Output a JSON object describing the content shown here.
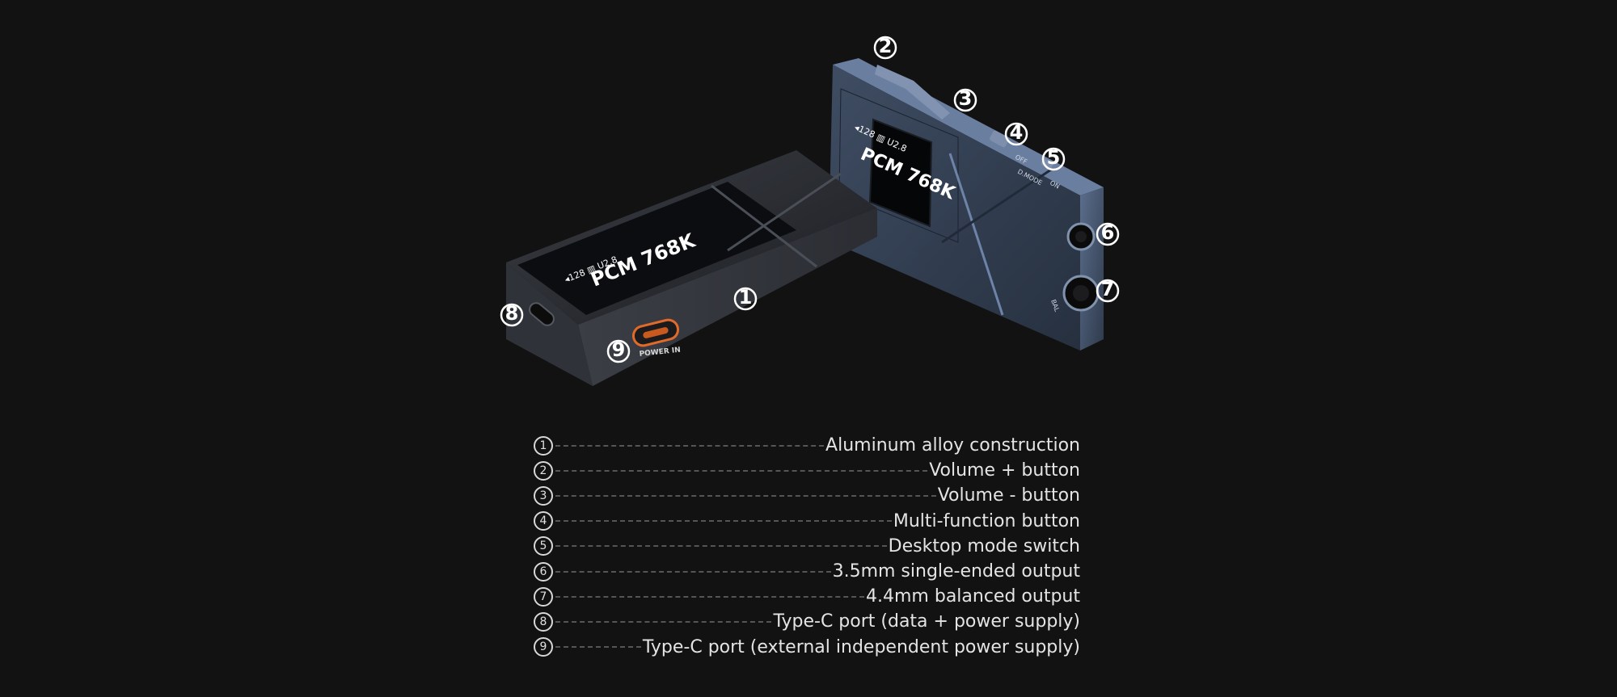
{
  "product": {
    "screen_line1": "PCM 768K",
    "screen_line2": "◂128  ▥ U2.8",
    "port_label": "POWER IN",
    "side_labels": {
      "off": "OFF",
      "d_mode": "D.MODE",
      "on": "ON",
      "bal": "BAL"
    }
  },
  "callouts": [
    "1",
    "2",
    "3",
    "4",
    "5",
    "6",
    "7",
    "8",
    "9"
  ],
  "legend": [
    {
      "num": "1",
      "text": "Aluminum alloy construction"
    },
    {
      "num": "2",
      "text": "Volume + button"
    },
    {
      "num": "3",
      "text": "Volume - button"
    },
    {
      "num": "4",
      "text": "Multi-function button"
    },
    {
      "num": "5",
      "text": "Desktop mode switch"
    },
    {
      "num": "6",
      "text": "3.5mm single-ended output"
    },
    {
      "num": "7",
      "text": "4.4mm balanced output"
    },
    {
      "num": "8",
      "text": "Type-C port (data + power supply)"
    },
    {
      "num": "9",
      "text": "Type-C port (external independent power supply)"
    }
  ],
  "colors": {
    "background": "#121212",
    "device_dark": "#2a2d33",
    "device_blue": "#4a5a72",
    "usb_orange": "#e06a2a"
  }
}
